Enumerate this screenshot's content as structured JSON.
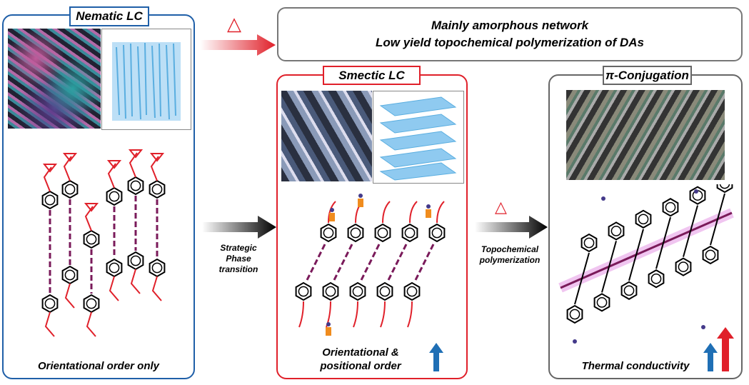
{
  "nematic": {
    "title": "Nematic LC",
    "caption": "Orientational order only"
  },
  "top_box": {
    "line1": "Mainly amorphous network",
    "line2": "Low yield topochemical polymerization of DAs"
  },
  "heat_symbol": "△",
  "smectic": {
    "title": "Smectic LC",
    "caption_line1": "Orientational &",
    "caption_line2": "positional order"
  },
  "conjugation": {
    "title": "π-Conjugation",
    "caption": "Thermal conductivity"
  },
  "arrow_strategic": {
    "line1": "Strategic",
    "line2": "Phase",
    "line3": "transition"
  },
  "arrow_topo": {
    "line1": "Topochemical",
    "line2": "polymerization"
  },
  "colors": {
    "nematic_border": "#1f5fa8",
    "smectic_border": "#e0202a",
    "conjugation_border": "#666666",
    "arrow_red": "#e0202a",
    "arrow_up_blue": "#1f6fb5",
    "arrow_up_red": "#e0202a",
    "diyne": "#7a1a5a",
    "lc_block": "#8fcaf0"
  }
}
